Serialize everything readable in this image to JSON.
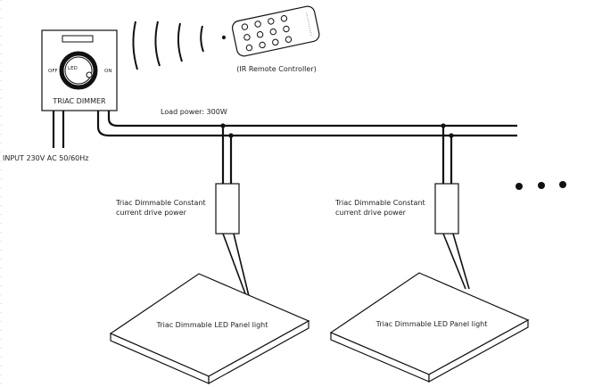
{
  "dimmer": {
    "label": "TRIAC DIMMER",
    "knob_off": "OFF",
    "knob_led": "LED",
    "knob_on": "ON"
  },
  "remote": {
    "caption": "(IR Remote Controller)",
    "button_rows": 3,
    "button_cols": 4
  },
  "input_label": "INPUT 230V AC 50/60Hz",
  "load_label": "Load power: 300W",
  "drivers": [
    {
      "label_line1": "Triac Dimmable Constant",
      "label_line2": "current drive power"
    },
    {
      "label_line1": "Triac Dimmable Constant",
      "label_line2": "current drive power"
    }
  ],
  "panels": [
    {
      "label": "Triac Dimmable LED Panel light"
    },
    {
      "label": "Triac Dimmable LED Panel light"
    }
  ],
  "colors": {
    "line": "#111111",
    "text": "#222222",
    "background": "#ffffff"
  }
}
